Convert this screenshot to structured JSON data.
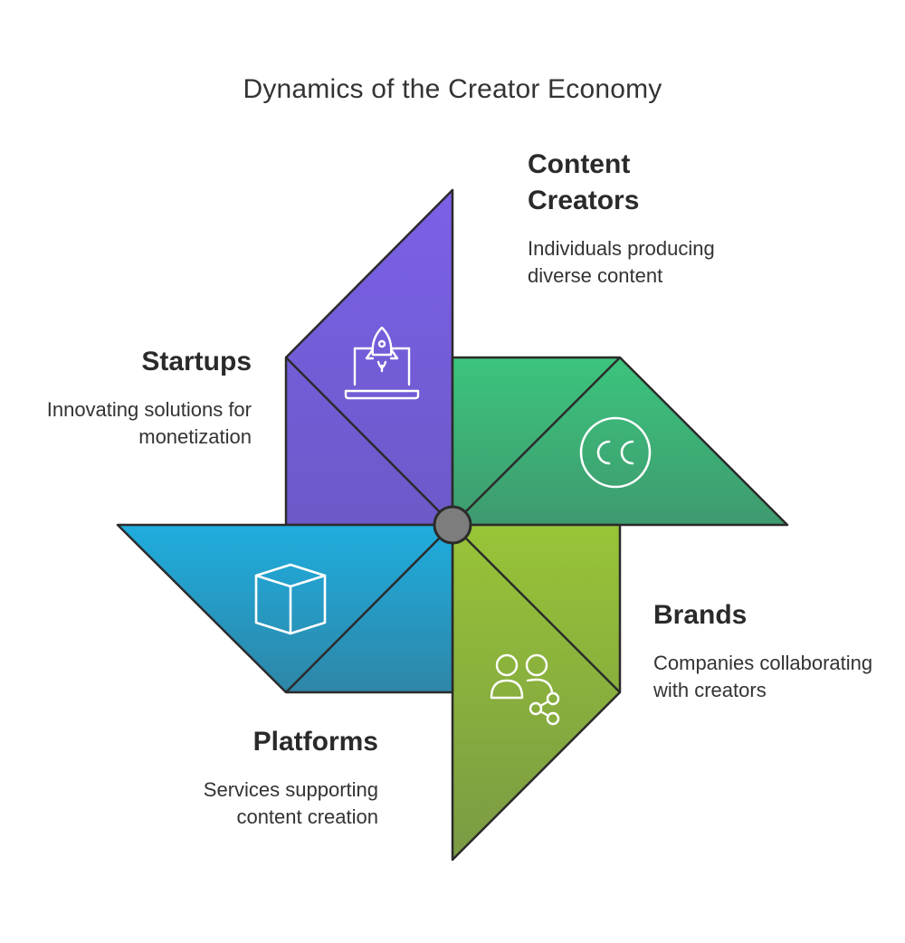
{
  "title": "Dynamics of the Creator Economy",
  "segments": {
    "content_creators": {
      "heading": "Content Creators",
      "description": "Individuals producing diverse content",
      "icon": "cc-icon",
      "color": "#3fb37a"
    },
    "startups": {
      "heading": "Startups",
      "description": "Innovating solutions for monetization",
      "icon": "rocket-laptop-icon",
      "color": "#7a5ee0"
    },
    "brands": {
      "heading": "Brands",
      "description": "Companies collaborating with creators",
      "icon": "users-share-icon",
      "color": "#8db43a"
    },
    "platforms": {
      "heading": "Platforms",
      "description": "Services supporting content creation",
      "icon": "cube-icon",
      "color": "#2aa0d3"
    }
  },
  "colors": {
    "hub": "#7a7a7a",
    "outline": "#2b2b2b",
    "icon_stroke": "#ffffff"
  }
}
